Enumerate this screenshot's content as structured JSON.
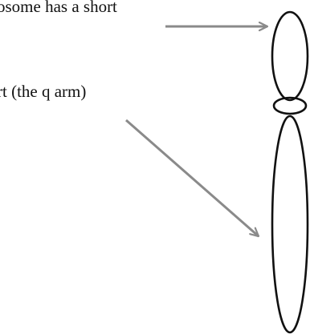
{
  "labels": {
    "top": "osome has a short",
    "bottom": "rt (the q arm)"
  },
  "colors": {
    "arrow": "#8a8a8a",
    "chromosome_outline": "#111111",
    "text": "#111111"
  },
  "icons": {
    "arrows": [
      "arrow-right",
      "arrow-down-right"
    ],
    "chromosome": "chromosome-outline"
  }
}
